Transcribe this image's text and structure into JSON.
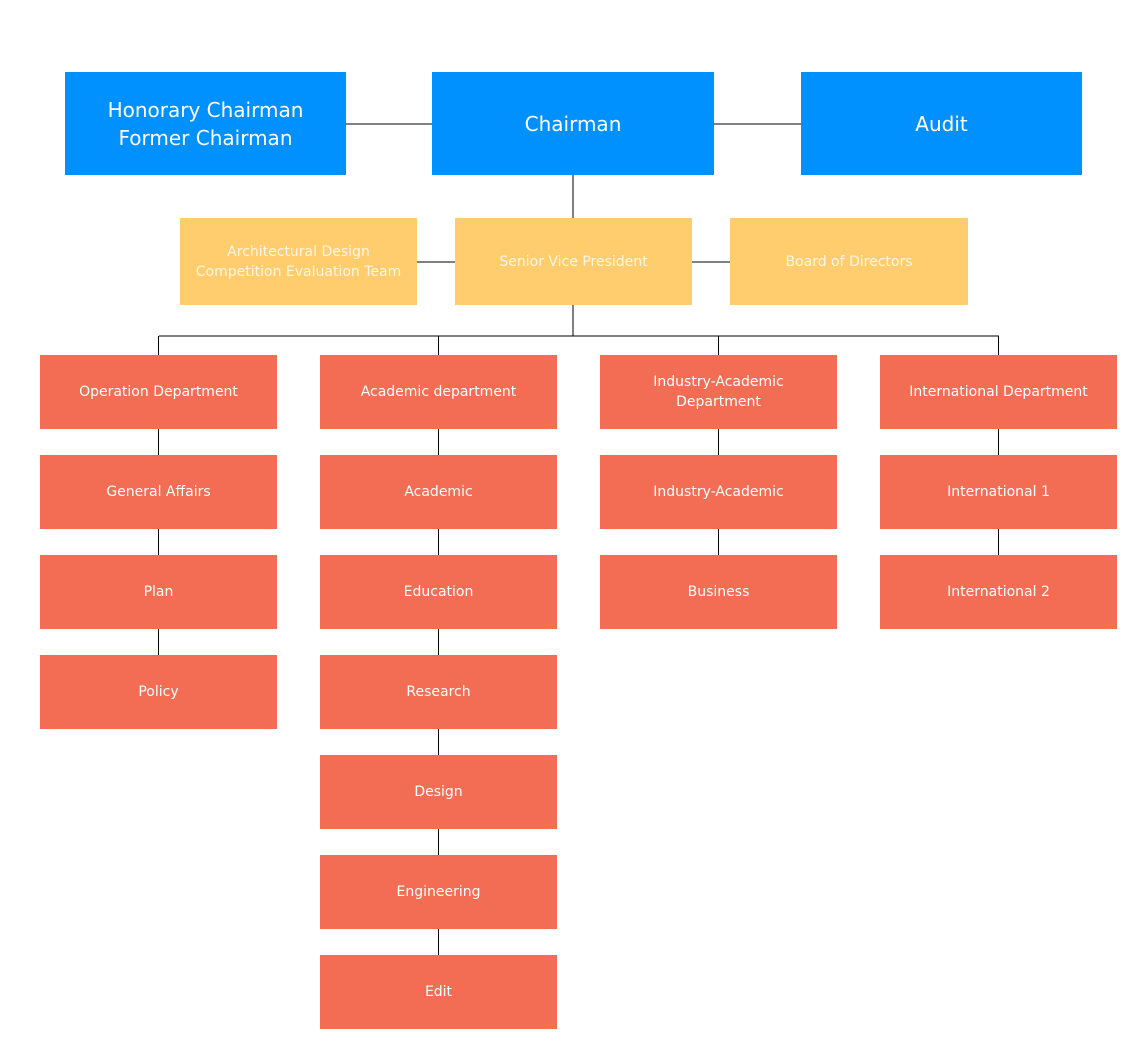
{
  "colors": {
    "top": "#0091FF",
    "mid": "#FFCD6E",
    "dept": "#F26D53",
    "line": "#000000",
    "text_on_top": "#FFFFFF",
    "text_on_mid": "#FFF6E3",
    "text_on_dept": "#FFFFFF"
  },
  "top_row": {
    "honorary": [
      "Honorary Chairman",
      "Former Chairman"
    ],
    "chairman": [
      "Chairman"
    ],
    "audit": [
      "Audit"
    ]
  },
  "mid_row": {
    "architectural": [
      "Architectural Design",
      "Competition Evaluation Team"
    ],
    "svp": [
      "Senior Vice President"
    ],
    "board": [
      "Board of Directors"
    ]
  },
  "departments": [
    {
      "key": "operation",
      "name": [
        "Operation Department"
      ],
      "units": [
        "General Affairs",
        "Plan",
        "Policy"
      ]
    },
    {
      "key": "academic",
      "name": [
        "Academic department"
      ],
      "units": [
        "Academic",
        "Education",
        "Research",
        "Design",
        "Engineering",
        "Edit"
      ]
    },
    {
      "key": "industry",
      "name": [
        "Industry-Academic",
        "Department"
      ],
      "units": [
        "Industry-Academic",
        "Business"
      ]
    },
    {
      "key": "international",
      "name": [
        "International Department"
      ],
      "units": [
        "International 1",
        "International 2"
      ]
    }
  ]
}
